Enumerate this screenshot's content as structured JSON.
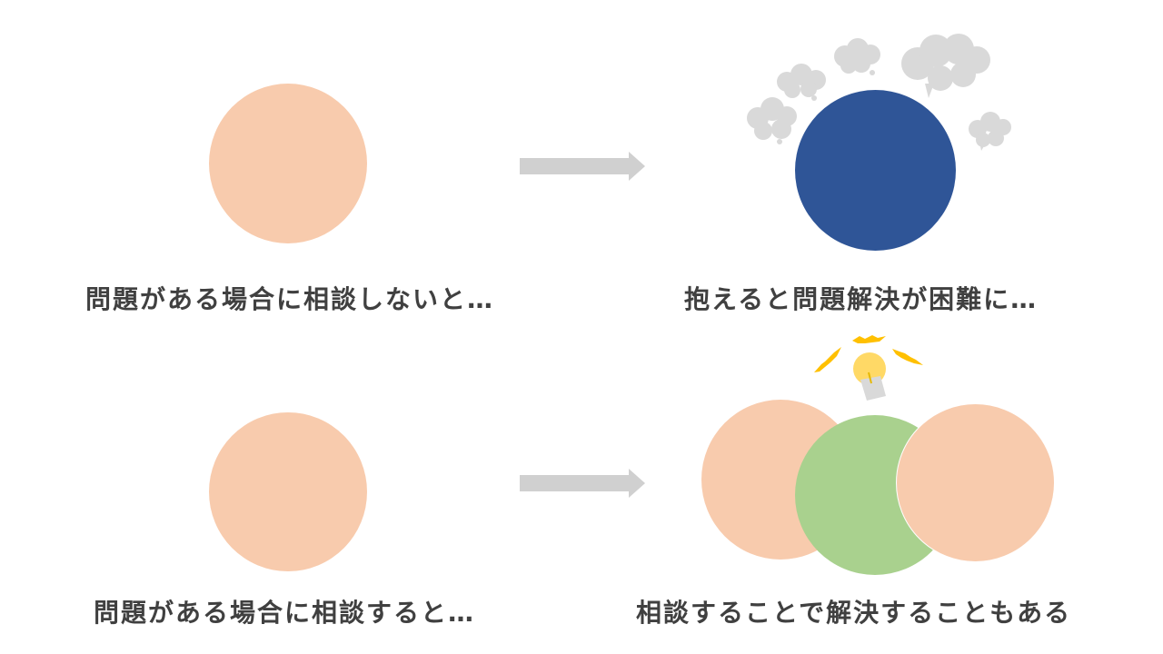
{
  "captions": {
    "top_left": "問題がある場合に相談しないと…",
    "top_right": "抱えると問題解決が困難に…",
    "bottom_left": "問題がある場合に相談すると…",
    "bottom_right": "相談することで解決することもある"
  },
  "colors": {
    "peach": "#F8CBAD",
    "navy": "#2F5597",
    "green": "#A9D18E",
    "arrow_gray": "#D0D0D0",
    "cloud_gray": "#D9D9D9",
    "bulb_yellow": "#FFD966",
    "spark_orange": "#FFC000",
    "text": "#404040"
  },
  "icons": {
    "worry_clouds": "thought-cloud-icon",
    "idea": "lightbulb-icon"
  }
}
